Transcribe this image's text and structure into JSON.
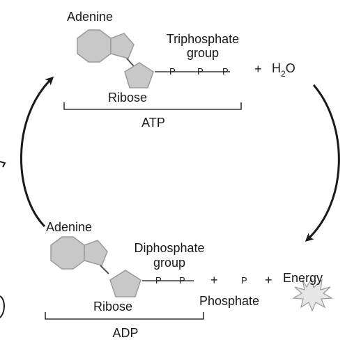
{
  "atp": {
    "base": "Adenine",
    "phosphate_group_line1": "Triphosphate",
    "phosphate_group_line2": "group",
    "phosphate_p": "P",
    "sugar": "Ribose",
    "molecule": "ATP",
    "plus": "+",
    "water_h": "H",
    "water_sub": "2",
    "water_o": "O"
  },
  "adp": {
    "base": "Adenine",
    "phosphate_group_line1": "Diphosphate",
    "phosphate_group_line2": "group",
    "phosphate_p": "P",
    "sugar": "Ribose",
    "molecule": "ADP",
    "plus1": "+",
    "free_phosphate": "P",
    "plus2": "+",
    "energy": "Energy",
    "phosphate_label": "Phosphate"
  },
  "colors": {
    "molecule_fill": "#c8c8c8",
    "molecule_stroke": "#9a9a9a",
    "ink": "#1a1a1a"
  }
}
